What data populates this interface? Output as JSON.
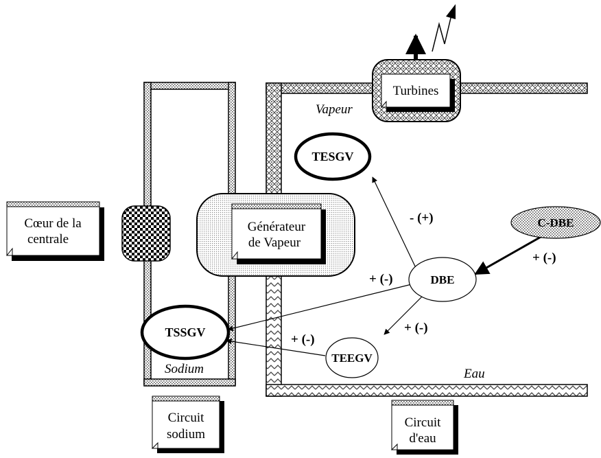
{
  "labels": {
    "turbines": "Turbines",
    "vapeur": "Vapeur",
    "eau": "Eau",
    "sodium": "Sodium",
    "coeur_line1": "Cœur de la",
    "coeur_line2": "centrale",
    "generateur_line1": "Générateur",
    "generateur_line2": "de Vapeur",
    "circuit_sodium_line1": "Circuit",
    "circuit_sodium_line2": "sodium",
    "circuit_eau_line1": "Circuit",
    "circuit_eau_line2": "d'eau"
  },
  "nodes": {
    "tesgv": "TESGV",
    "tssgv": "TSSGV",
    "teegv": "TEEGV",
    "dbe": "DBE",
    "cdbe": "C-DBE"
  },
  "edge_labels": {
    "dbe_to_tesgv": "- (+)",
    "cdbe_to_dbe": "+ (-)",
    "dbe_to_tssgv": "+ (-)",
    "dbe_to_teegv": "+ (-)",
    "teegv_to_tssgv": "+ (-)"
  }
}
